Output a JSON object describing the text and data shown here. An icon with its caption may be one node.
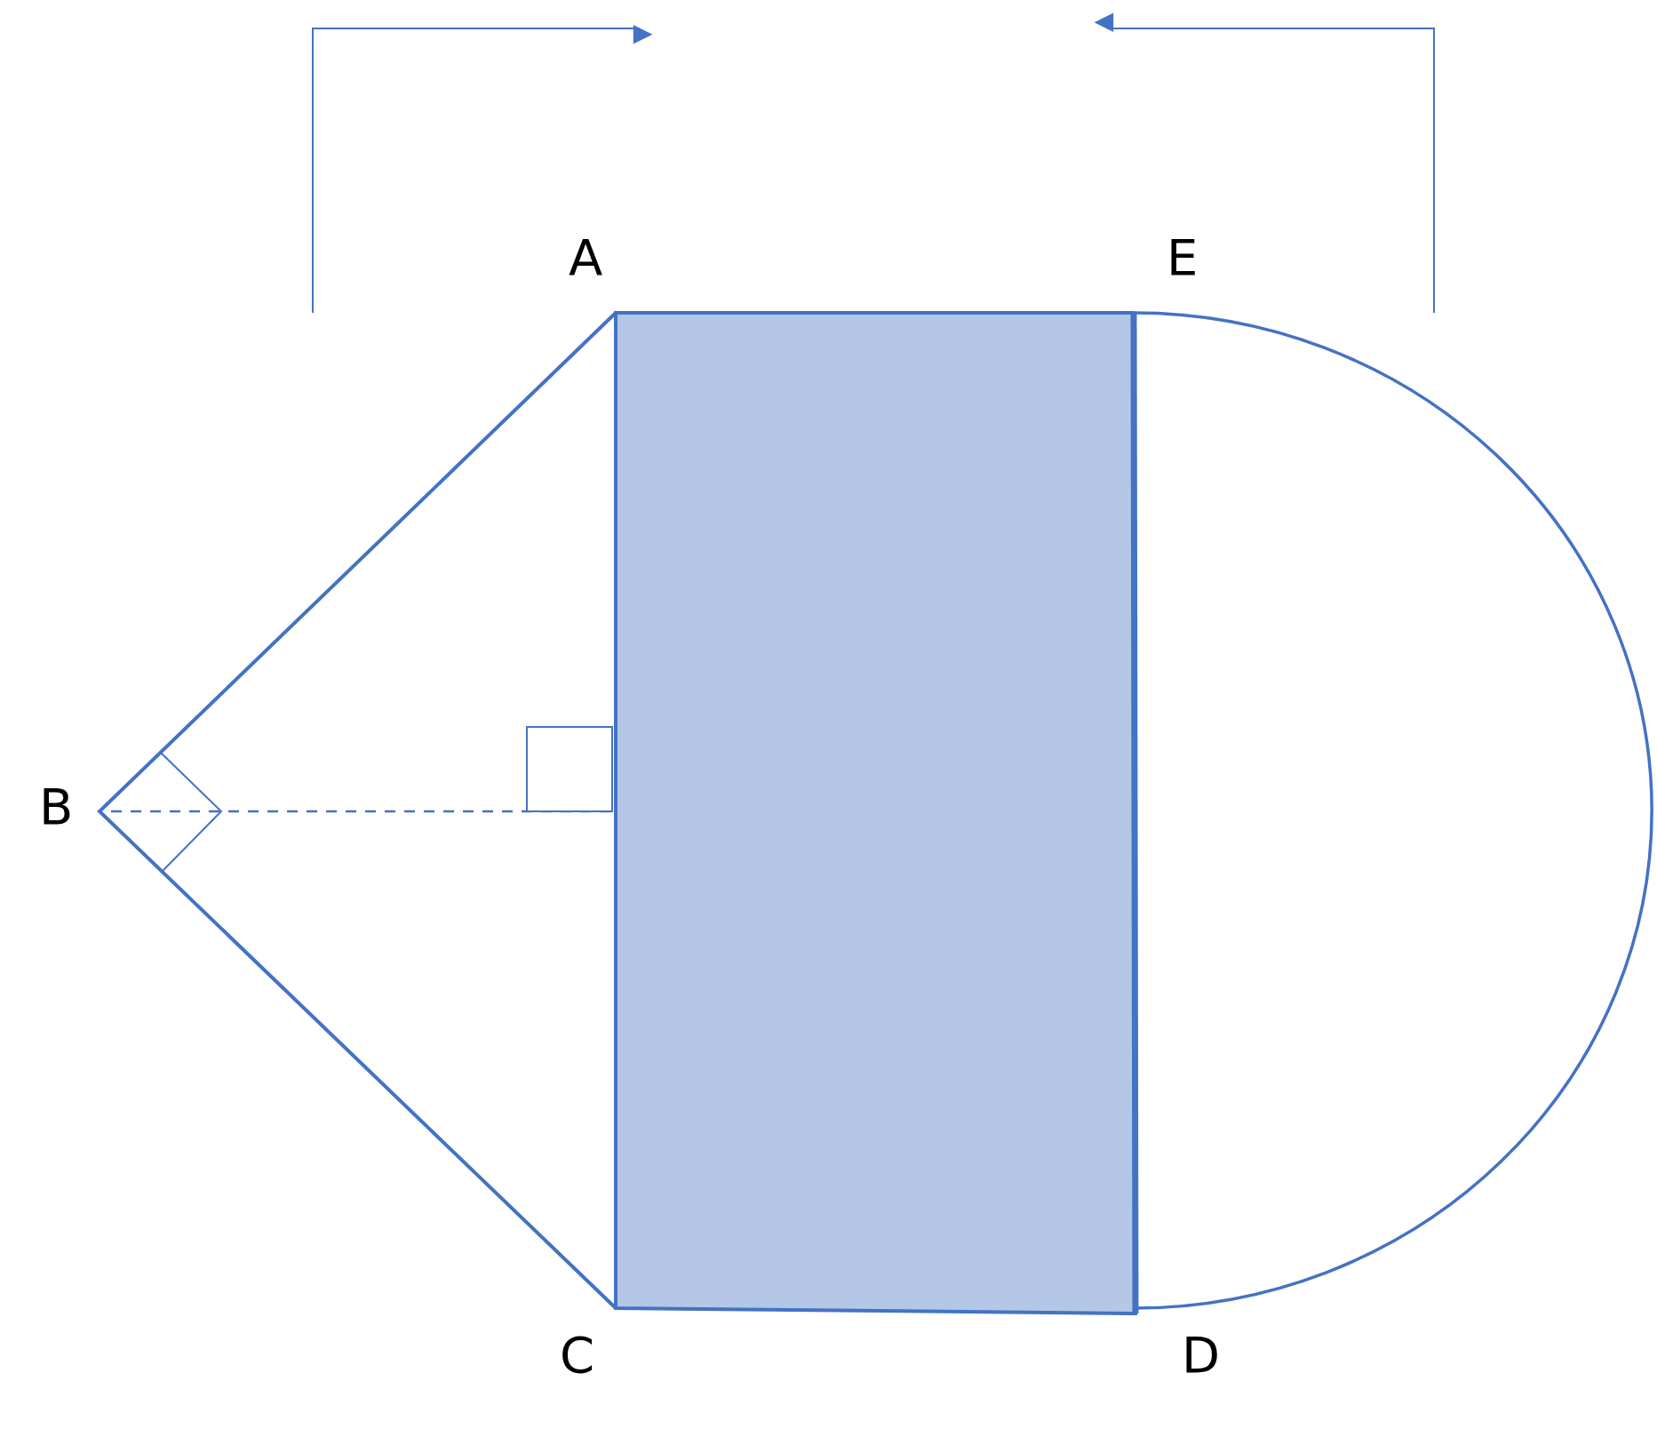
{
  "diagram": {
    "labels": [
      "A",
      "E",
      "B",
      "C",
      "D"
    ]
  }
}
